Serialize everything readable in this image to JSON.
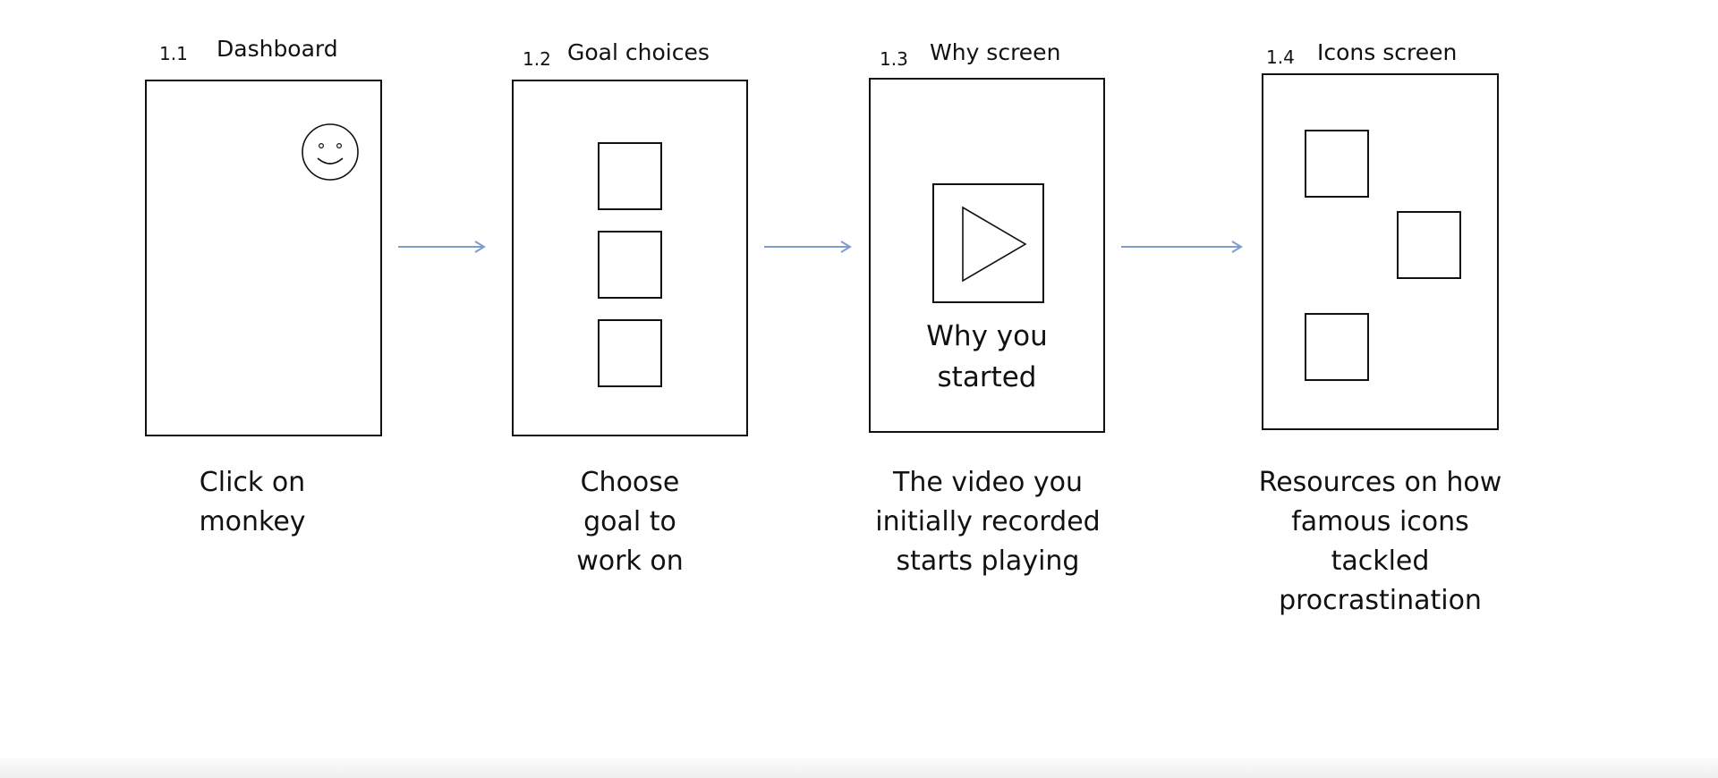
{
  "steps": [
    {
      "number": "1.1",
      "title": "Dashboard",
      "caption": "Click on\nmonkey",
      "elements": {
        "icon": "smiley-face-icon"
      }
    },
    {
      "number": "1.2",
      "title": "Goal choices",
      "caption": "Choose\ngoal to\nwork on",
      "elements": {
        "option_boxes": 3
      }
    },
    {
      "number": "1.3",
      "title": "Why screen",
      "caption": "The video you\ninitially recorded\nstarts playing",
      "elements": {
        "icon": "play-icon",
        "frame_text": "Why you\nstarted"
      }
    },
    {
      "number": "1.4",
      "title": "Icons screen",
      "caption": "Resources on how\nfamous icons\ntackled\nprocrastination",
      "elements": {
        "resource_boxes": 3
      }
    }
  ],
  "connector": {
    "icon": "arrow-right-icon",
    "color": "#7f9ccc"
  },
  "colors": {
    "background": "#ffffff",
    "stroke": "#111111",
    "arrow": "#7f9ccc"
  }
}
